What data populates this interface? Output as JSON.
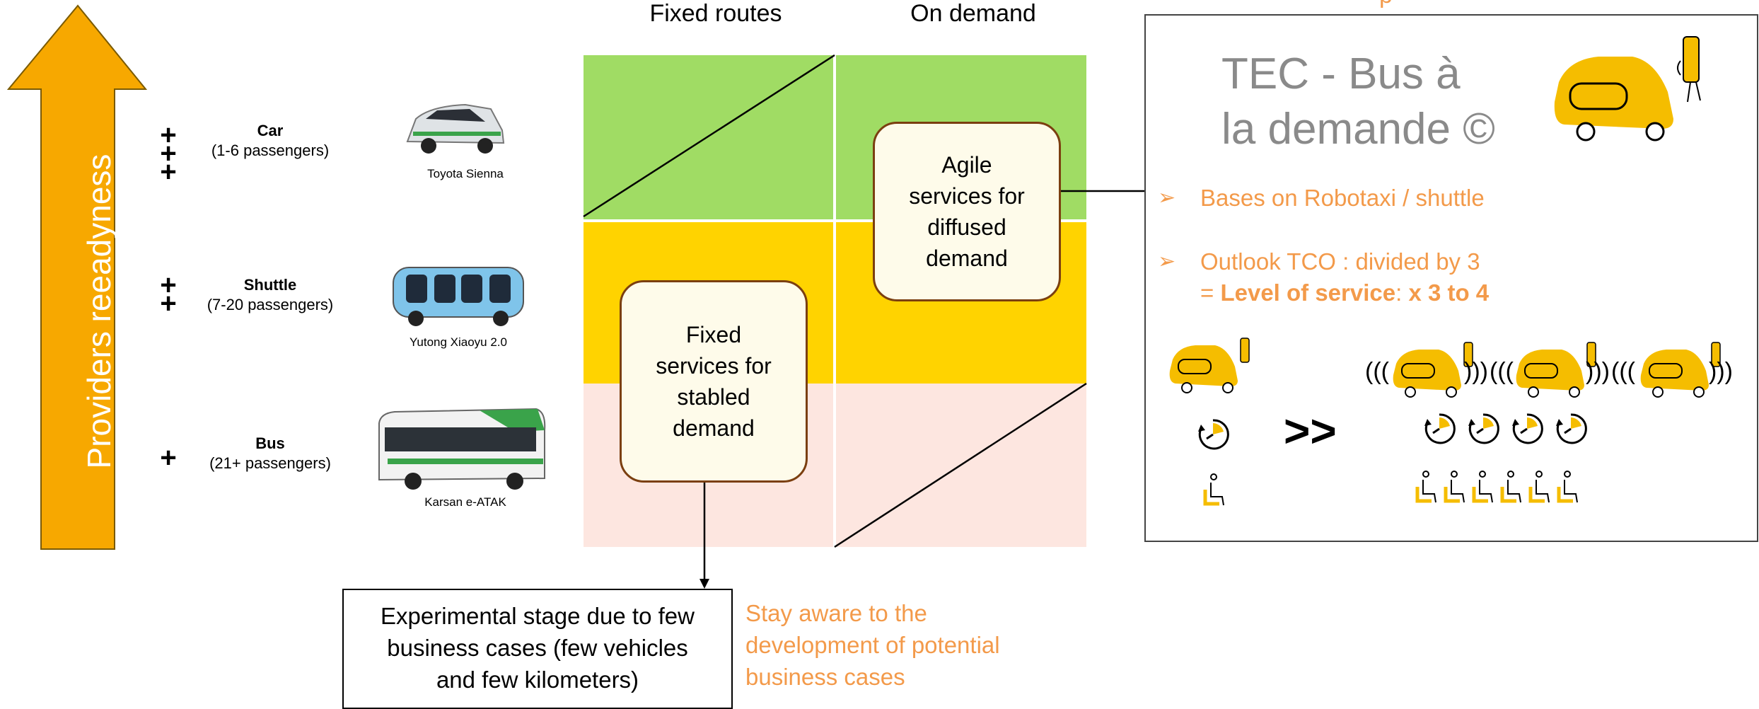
{
  "arrow_label": "Providers reeadyness",
  "columns": [
    "Fixed routes",
    "On demand"
  ],
  "vehicle_types": [
    {
      "plus": [
        "+",
        "+",
        "+"
      ],
      "name": "Car",
      "capacity": "(1-6 passengers)",
      "model": "Toyota Sienna"
    },
    {
      "plus": [
        "+",
        "+"
      ],
      "name": "Shuttle",
      "capacity": "(7-20 passengers)",
      "model": "Yutong Xiaoyu 2.0"
    },
    {
      "plus": [
        "+"
      ],
      "name": "Bus",
      "capacity": "(21+ passengers)",
      "model": "Karsan e-ATAK"
    }
  ],
  "matrix": {
    "colors": {
      "green": "#a0dc64",
      "yellow": "#ffd300",
      "pink": "#fde6e0"
    },
    "boxes": {
      "agile": [
        "Agile",
        "services for",
        "diffused",
        "demand"
      ],
      "fixed": [
        "Fixed",
        "services for",
        "stabled",
        "demand"
      ]
    }
  },
  "experimental_box": [
    "Experimental stage due to few",
    "business cases (few vehicles",
    "and few kilometers)"
  ],
  "orange_note": [
    "Stay aware to the",
    "development of potential",
    "business cases"
  ],
  "tec_panel": {
    "top_text": "p",
    "title": [
      "TEC - Bus à",
      "la demande ©"
    ],
    "bullet1": "Bases on Robotaxi / shuttle",
    "bullet2_line1": "Outlook TCO : divided by 3",
    "bullet2_prefix": "= ",
    "bullet2_bold": "Level of service",
    "bullet2_sep": ": ",
    "bullet2_value": "x 3 to 4",
    "bullet_mark": "➢",
    "compare_symbol": ">>",
    "wave_open": "(((",
    "wave_close": ")))",
    "icons": [
      "robotaxi-icon",
      "clock-icon",
      "seat-icon"
    ]
  },
  "colors": {
    "arrow": "#f7a800",
    "accent_orange": "#f39a4a",
    "box_border": "#7b3f10",
    "taxi_yellow": "#f5bd00"
  }
}
